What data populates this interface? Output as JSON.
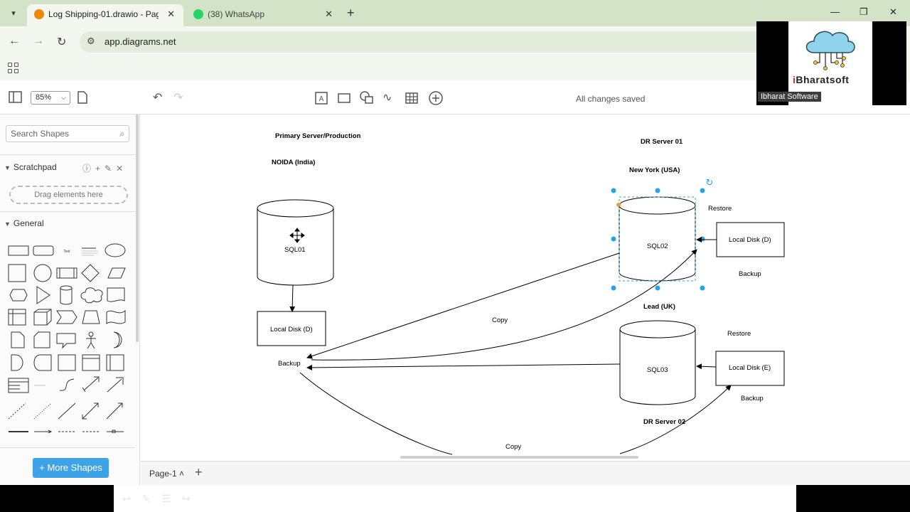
{
  "browser": {
    "tabs": [
      {
        "title": "Log Shipping-01.drawio - Page",
        "close": "✕"
      },
      {
        "title": "(38) WhatsApp",
        "close": "✕"
      }
    ],
    "new_tab": "+",
    "url": "app.diagrams.net"
  },
  "toolbar": {
    "zoom": "85%",
    "status": "All changes saved"
  },
  "sidebar": {
    "search_placeholder": "Search Shapes",
    "scratchpad_title": "Scratchpad",
    "drag_hint": "Drag elements here",
    "general_title": "General",
    "more_shapes": "More Shapes"
  },
  "diagram": {
    "primary_title": "Primary Server/Production",
    "primary_location": "NOIDA (India)",
    "sql01": "SQL01",
    "disk_primary": "Local Disk (D)",
    "backup_primary": "Backup",
    "dr1_title": "DR Server 01",
    "dr1_location": "New York (USA)",
    "sql02": "SQL02",
    "restore_1": "Restore",
    "disk_dr1": "Local Disk (D)",
    "backup_dr1": "Backup",
    "copy_1": "Copy",
    "dr2_location": "Lead (UK)",
    "sql03": "SQL03",
    "restore_2": "Restore",
    "disk_dr2": "Local Disk (E)",
    "backup_dr2": "Backup",
    "dr2_title": "DR Server 02",
    "copy_2": "Copy"
  },
  "pages": {
    "current": "Page-1 ˄",
    "add": "+"
  },
  "watermark": {
    "brand_prefix": "i",
    "brand_rest": "Bharatsoft",
    "caption": "Ibharat Software"
  },
  "colors": {
    "tabbar": "#d3e3c8",
    "accent_blue": "#3ea3e6",
    "selection_handle": "#29a3e8",
    "anchor_orange": "#f0a030"
  }
}
